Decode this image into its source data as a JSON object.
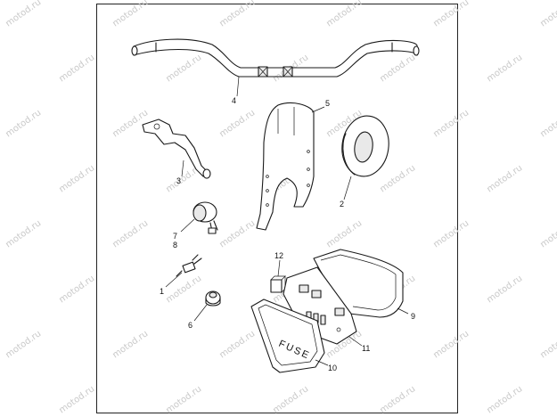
{
  "watermark": "motod.ru",
  "parts": [
    {
      "id": "p1",
      "label": "1"
    },
    {
      "id": "p2",
      "label": "2"
    },
    {
      "id": "p3",
      "label": "3"
    },
    {
      "id": "p4",
      "label": "4"
    },
    {
      "id": "p5",
      "label": "5"
    },
    {
      "id": "p6",
      "label": "6"
    },
    {
      "id": "p7",
      "label": "7"
    },
    {
      "id": "p8",
      "label": "8"
    },
    {
      "id": "p9",
      "label": "9"
    },
    {
      "id": "p10",
      "label": "10"
    },
    {
      "id": "p11",
      "label": "11"
    },
    {
      "id": "p12",
      "label": "12"
    }
  ],
  "fuse_cover_text": "FUSE"
}
